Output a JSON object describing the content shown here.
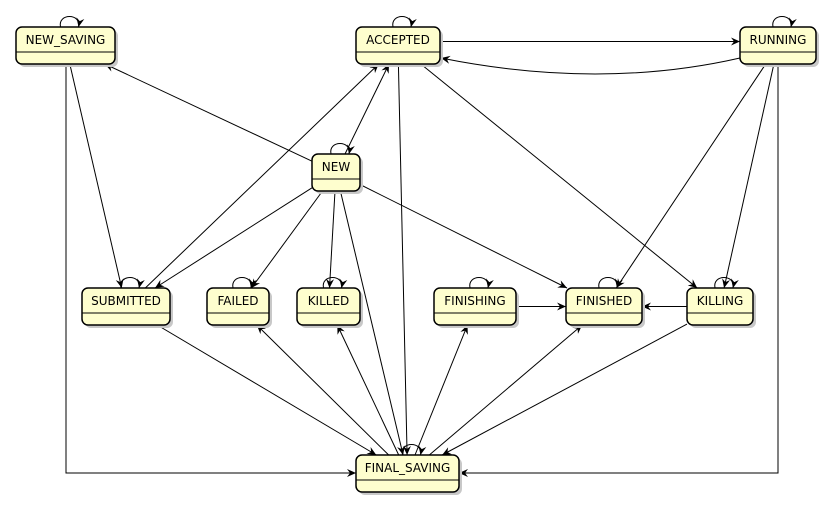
{
  "colors": {
    "state_fill": "#FEFECE",
    "state_border": "#000000",
    "edge": "#000000",
    "shadow": "#c8c8c8",
    "background": "#ffffff"
  },
  "states": [
    {
      "id": "NEW_SAVING",
      "label": "NEW_SAVING"
    },
    {
      "id": "ACCEPTED",
      "label": "ACCEPTED"
    },
    {
      "id": "RUNNING",
      "label": "RUNNING"
    },
    {
      "id": "NEW",
      "label": "NEW"
    },
    {
      "id": "SUBMITTED",
      "label": "SUBMITTED"
    },
    {
      "id": "FAILED",
      "label": "FAILED"
    },
    {
      "id": "KILLED",
      "label": "KILLED"
    },
    {
      "id": "FINISHING",
      "label": "FINISHING"
    },
    {
      "id": "FINISHED",
      "label": "FINISHED"
    },
    {
      "id": "KILLING",
      "label": "KILLING"
    },
    {
      "id": "FINAL_SAVING",
      "label": "FINAL_SAVING"
    }
  ],
  "transitions": [
    {
      "from": "NEW_SAVING",
      "to": "NEW_SAVING"
    },
    {
      "from": "ACCEPTED",
      "to": "ACCEPTED"
    },
    {
      "from": "RUNNING",
      "to": "RUNNING"
    },
    {
      "from": "NEW",
      "to": "NEW"
    },
    {
      "from": "SUBMITTED",
      "to": "SUBMITTED"
    },
    {
      "from": "FAILED",
      "to": "FAILED"
    },
    {
      "from": "KILLED",
      "to": "KILLED"
    },
    {
      "from": "FINISHING",
      "to": "FINISHING"
    },
    {
      "from": "FINISHED",
      "to": "FINISHED"
    },
    {
      "from": "KILLING",
      "to": "KILLING"
    },
    {
      "from": "FINAL_SAVING",
      "to": "FINAL_SAVING"
    },
    {
      "from": "NEW",
      "to": "NEW_SAVING"
    },
    {
      "from": "NEW",
      "to": "ACCEPTED"
    },
    {
      "from": "NEW",
      "to": "SUBMITTED"
    },
    {
      "from": "NEW",
      "to": "FAILED"
    },
    {
      "from": "NEW",
      "to": "KILLED"
    },
    {
      "from": "NEW",
      "to": "FINISHED"
    },
    {
      "from": "NEW",
      "to": "FINAL_SAVING"
    },
    {
      "from": "NEW_SAVING",
      "to": "SUBMITTED"
    },
    {
      "from": "NEW_SAVING",
      "to": "FINAL_SAVING"
    },
    {
      "from": "SUBMITTED",
      "to": "ACCEPTED"
    },
    {
      "from": "SUBMITTED",
      "to": "FINAL_SAVING"
    },
    {
      "from": "ACCEPTED",
      "to": "RUNNING"
    },
    {
      "from": "RUNNING",
      "to": "ACCEPTED"
    },
    {
      "from": "ACCEPTED",
      "to": "KILLING"
    },
    {
      "from": "ACCEPTED",
      "to": "FINAL_SAVING"
    },
    {
      "from": "RUNNING",
      "to": "FINISHED"
    },
    {
      "from": "RUNNING",
      "to": "KILLING"
    },
    {
      "from": "RUNNING",
      "to": "FINAL_SAVING"
    },
    {
      "from": "FINISHING",
      "to": "FINISHED"
    },
    {
      "from": "KILLING",
      "to": "FINISHED"
    },
    {
      "from": "KILLING",
      "to": "FINAL_SAVING"
    },
    {
      "from": "FINAL_SAVING",
      "to": "FAILED"
    },
    {
      "from": "FINAL_SAVING",
      "to": "KILLED"
    },
    {
      "from": "FINAL_SAVING",
      "to": "FINISHING"
    },
    {
      "from": "FINAL_SAVING",
      "to": "FINISHED"
    }
  ]
}
